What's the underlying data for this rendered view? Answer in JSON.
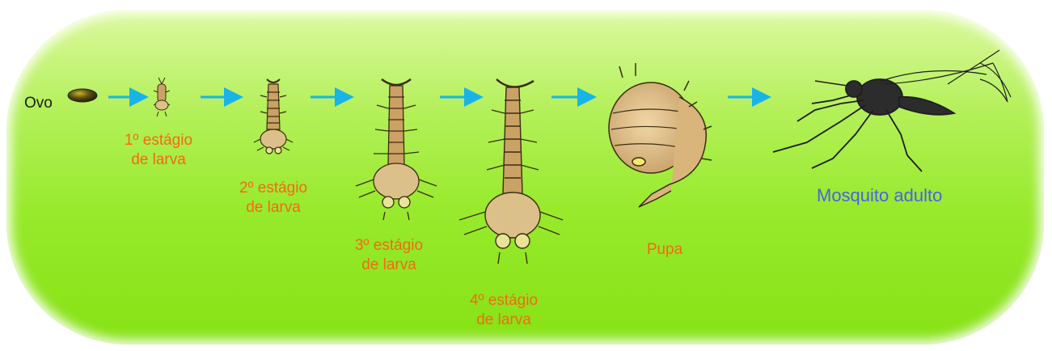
{
  "diagram": {
    "egg_label": "Ovo",
    "stages": [
      {
        "label": "1º estágio\nde larva"
      },
      {
        "label": "2º estágio\nde larva"
      },
      {
        "label": "3º estágio\nde larva"
      },
      {
        "label": "4º estágio\nde larva"
      },
      {
        "label": "Pupa"
      }
    ],
    "adult_label": "Mosquito adulto"
  },
  "colors": {
    "stage_label": "#f26a12",
    "adult_label": "#4a62e6",
    "arrow": "#1ab3e8",
    "background_top": "#dcf9a0",
    "background_bottom": "#86e214"
  }
}
